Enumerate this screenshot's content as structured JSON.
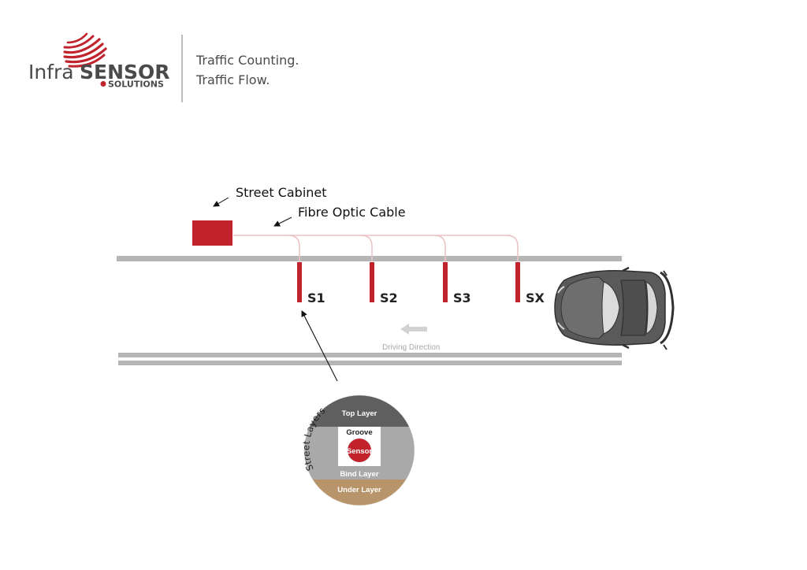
{
  "logo": {
    "word1": "Infra",
    "word2": "SENSOR",
    "word3": "SOLUTIONS"
  },
  "tagline": {
    "line1": "Traffic Counting.",
    "line2": "Traffic Flow."
  },
  "labels": {
    "street_cabinet": "Street Cabinet",
    "fibre_optic_cable": "Fibre Optic Cable",
    "driving_direction": "Driving Direction"
  },
  "sensors": [
    {
      "label": "S1"
    },
    {
      "label": "S2"
    },
    {
      "label": "S3"
    },
    {
      "label": "SX"
    }
  ],
  "street_layers": {
    "title": "Street Layers",
    "top_layer": "Top Layer",
    "groove": "Groove",
    "sensor": "Sensor",
    "bind_layer": "Bind Layer",
    "under_layer": "Under Layer"
  },
  "colors": {
    "accent_red": "#c1232d",
    "road_gray": "#b5b5b5",
    "cable_pink": "#ecc3c5",
    "top_layer": "#5f5f5f",
    "bind_layer": "#a9a9a9",
    "under_layer": "#b8946a"
  }
}
